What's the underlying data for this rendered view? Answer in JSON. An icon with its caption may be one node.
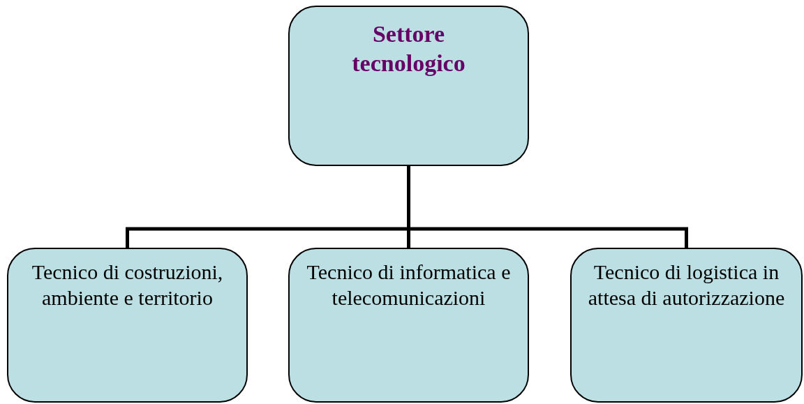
{
  "diagram": {
    "nodes": [
      {
        "text": [
          "Settore tecnologico"
        ]
      },
      {
        "text": [
          "Tecnico di costruzioni, ambiente e territorio"
        ]
      },
      {
        "text": [
          "Tecnico di informatica e telecomunicazioni"
        ]
      },
      {
        "text": [
          "Tecnico di logistica in attesa di autorizzazione"
        ]
      }
    ],
    "edges": [
      {
        "from": 0,
        "to": 1,
        "arrow": "none"
      },
      {
        "from": 0,
        "to": 2,
        "arrow": "none"
      },
      {
        "from": 0,
        "to": 3,
        "arrow": "none"
      }
    ]
  }
}
